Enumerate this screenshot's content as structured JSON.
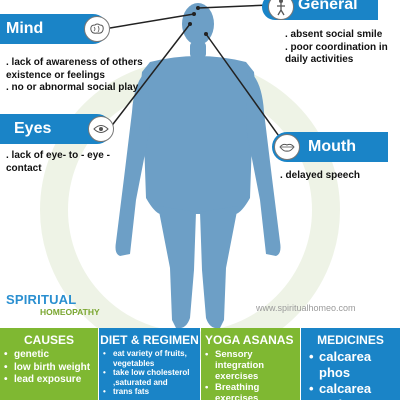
{
  "labels": {
    "mind": "Mind",
    "eyes": "Eyes",
    "general": "General",
    "mouth": "Mouth"
  },
  "symptoms": {
    "mind": [
      ". lack of awareness of others",
      "existence or feelings",
      ". no or abnormal social play"
    ],
    "eyes": [
      ". lack of eye- to - eye -",
      "contact"
    ],
    "general": [
      ". absent social smile",
      ". poor coordination in",
      "daily activities"
    ],
    "mouth": [
      ". delayed speech"
    ]
  },
  "brand": {
    "name": "SPIRITUAL",
    "sub": "HOMEOPATHY",
    "website": "www.spiritualhomeo.com"
  },
  "columns": {
    "causes": {
      "title": "CAUSES",
      "items": [
        "genetic",
        "low birth weight",
        "lead exposure"
      ]
    },
    "diet": {
      "title": "DIET & REGIMEN",
      "items": [
        "eat variety of fruits, vegetables",
        "take low cholesterol ,saturated and",
        "trans fats"
      ]
    },
    "yoga": {
      "title": "YOGA ASANAS",
      "items": [
        "Sensory integration exercises",
        "Breathing exercises"
      ]
    },
    "medicines": {
      "title": "MEDICINES",
      "items": [
        "calcarea phos",
        "calcarea carb"
      ]
    }
  },
  "icons": {
    "mind": "brain-icon",
    "eyes": "eye-icon",
    "general": "person-icon",
    "mouth": "lips-icon"
  },
  "colors": {
    "blue": "#1a84c7",
    "green": "#7fb832",
    "body": "#6d9fc6"
  }
}
